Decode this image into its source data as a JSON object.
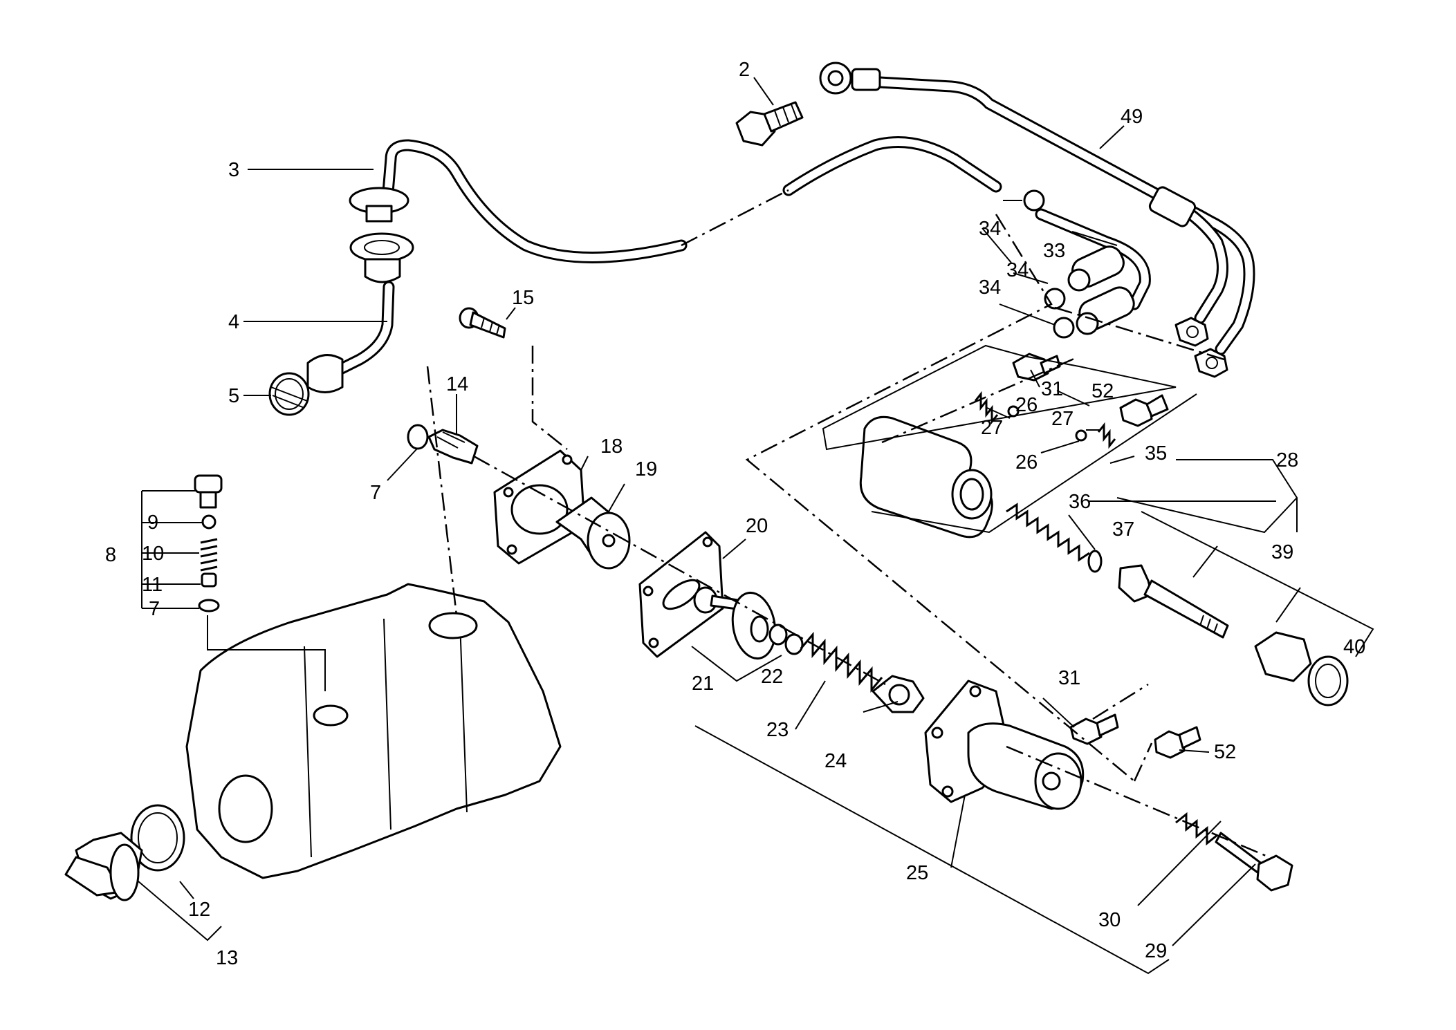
{
  "labels": {
    "l2": "2",
    "l3": "3",
    "l4": "4",
    "l5": "5",
    "l7a": "7",
    "l7b": "7",
    "l8": "8",
    "l9": "9",
    "l10": "10",
    "l11": "11",
    "l12": "12",
    "l13": "13",
    "l14": "14",
    "l15": "15",
    "l18": "18",
    "l19": "19",
    "l20": "20",
    "l21": "21",
    "l22": "22",
    "l23": "23",
    "l24": "24",
    "l25": "25",
    "l26a": "26",
    "l26b": "26",
    "l27a": "27",
    "l27b": "27",
    "l28": "28",
    "l29": "29",
    "l30": "30",
    "l31a": "31",
    "l31b": "31",
    "l33": "33",
    "l34a": "34",
    "l34b": "34",
    "l34c": "34",
    "l35": "35",
    "l36": "36",
    "l37": "37",
    "l39": "39",
    "l40": "40",
    "l49": "49",
    "l52a": "52",
    "l52b": "52"
  }
}
